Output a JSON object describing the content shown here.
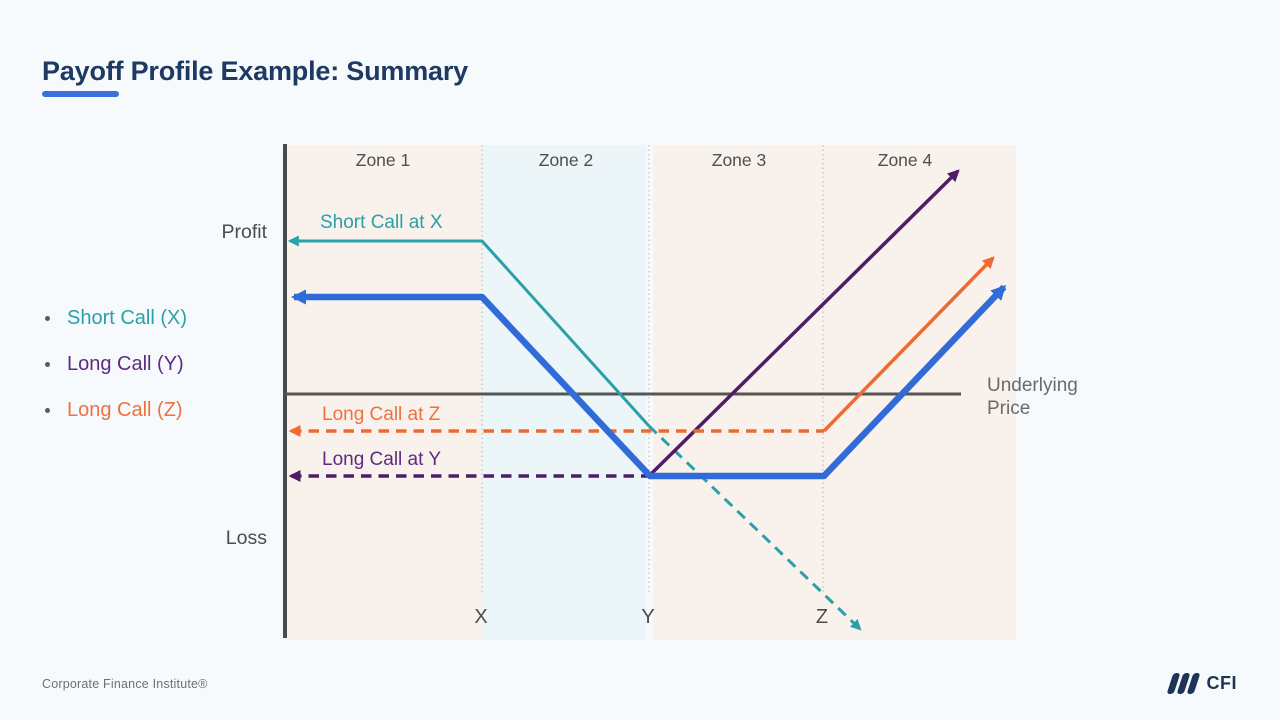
{
  "page": {
    "title": "Payoff Profile Example: Summary",
    "footer": "Corporate Finance Institute®",
    "logo_text": "CFI",
    "background_color": "#f7fafc",
    "title_color": "#1e3a63",
    "accent_color": "#3b6fd9",
    "logo_color": "#1e3456"
  },
  "legend": {
    "items": [
      {
        "label": "Short Call (X)",
        "color": "#2aa0a8"
      },
      {
        "label": "Long Call (Y)",
        "color": "#5e2a84"
      },
      {
        "label": "Long Call (Z)",
        "color": "#ef7040"
      }
    ]
  },
  "chart_data": {
    "type": "line",
    "title": "Payoff Profile Example: Summary",
    "xlabel": "Underlying Price",
    "y_axis_top_label": "Profit",
    "y_axis_bottom_label": "Loss",
    "grid": "off",
    "zones": [
      {
        "label": "Zone 1",
        "x1": 287,
        "x2": 482,
        "fill": "#f9f2ec"
      },
      {
        "label": "Zone 2",
        "x1": 482,
        "x2": 646,
        "fill": "#ecf5f8"
      },
      {
        "label": "Zone 3",
        "x1": 653,
        "x2": 823,
        "fill": "#f9f2ec"
      },
      {
        "label": "Zone 4",
        "x1": 823,
        "x2": 1016,
        "fill": "#f9f2ec"
      }
    ],
    "strikes": [
      {
        "label": "X",
        "x": 482
      },
      {
        "label": "Y",
        "x": 649
      },
      {
        "label": "Z",
        "x": 823
      }
    ],
    "layout": {
      "plot_top": 145,
      "plot_bottom": 640,
      "axis_x": 285,
      "axis_top": 144,
      "axis_bottom": 638,
      "price_axis_y": 394,
      "price_axis_x2": 961,
      "strike_line_y2": 594,
      "axis_color": "#4a4a4a",
      "strike_line_color": "#c3bfb8"
    },
    "series": [
      {
        "id": "short-call-at-x",
        "label": "Short Call at X",
        "color": "#2aa0a8",
        "width": 3,
        "arrow": 11,
        "shape_note": "flat premium until X, declining beyond X, dashed beyond Y",
        "segments": [
          {
            "points": [
              [
                290,
                241
              ],
              [
                482,
                241
              ],
              [
                649,
                426
              ]
            ],
            "dashed": false,
            "arrow_start": true,
            "arrow_end": false
          },
          {
            "points": [
              [
                649,
                426
              ],
              [
                860,
                629
              ]
            ],
            "dashed": true,
            "arrow_start": false,
            "arrow_end": true
          }
        ]
      },
      {
        "id": "long-call-at-y",
        "label": "Long Call at Y",
        "color": "#4f1d68",
        "width": 3.5,
        "arrow": 12,
        "shape_note": "flat premium loss until Y (dashed), rising beyond Y",
        "segments": [
          {
            "points": [
              [
                291,
                476
              ],
              [
                649,
                476
              ]
            ],
            "dashed": true,
            "arrow_start": true,
            "arrow_end": false
          },
          {
            "points": [
              [
                649,
                476
              ],
              [
                958,
                171
              ]
            ],
            "dashed": false,
            "arrow_start": false,
            "arrow_end": true
          }
        ]
      },
      {
        "id": "long-call-at-z",
        "label": "Long Call at Z",
        "color": "#ee6a30",
        "width": 3.5,
        "arrow": 12,
        "shape_note": "flat premium loss until Z (dashed), rising beyond Z",
        "segments": [
          {
            "points": [
              [
                291,
                431
              ],
              [
                824,
                431
              ]
            ],
            "dashed": true,
            "arrow_start": true,
            "arrow_end": false
          },
          {
            "points": [
              [
                824,
                431
              ],
              [
                993,
                258
              ]
            ],
            "dashed": false,
            "arrow_start": false,
            "arrow_end": true
          }
        ]
      },
      {
        "id": "combined-payoff",
        "label": "",
        "color": "#316bd8",
        "width": 6.5,
        "arrow": 15,
        "shape_note": "flat in Zone 1, declining X to Y, flat Y to Z, rising in Zone 4",
        "segments": [
          {
            "points": [
              [
                294,
                297
              ],
              [
                482,
                297
              ],
              [
                650,
                476
              ],
              [
                824,
                476
              ],
              [
                1004,
                287
              ]
            ],
            "dashed": false,
            "arrow_start": true,
            "arrow_end": true
          }
        ]
      }
    ]
  }
}
